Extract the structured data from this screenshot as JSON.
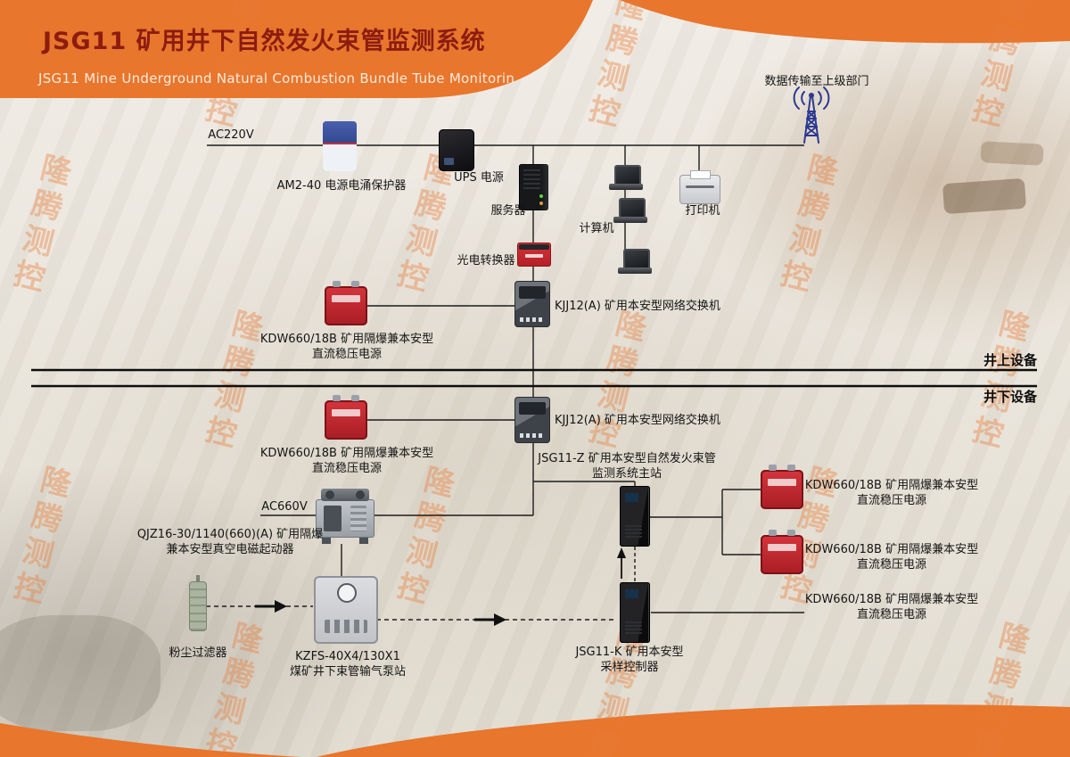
{
  "header": {
    "title": "JSG11 矿用井下自然发火束管监测系统",
    "subtitle": "JSG11 Mine Underground Natural Combustion Bundle Tube Monitorin"
  },
  "watermark": {
    "text": "隆腾测控"
  },
  "zones": {
    "above": "井上设备",
    "below": "井下设备"
  },
  "colors": {
    "band_orange": "#E8762C",
    "device_red": "#C4272E",
    "antenna_blue": "#2B3990",
    "title_maroon": "#8C1C10"
  },
  "nodes": {
    "ac220v": "AC220V",
    "surge": "AM2-40 电源电涌保护器",
    "ups": "UPS 电源",
    "server": "服务器",
    "computer": "计算机",
    "printer": "打印机",
    "uplink": "数据传输至上级部门",
    "converter": "光电转换器",
    "switch_above": "KJJ12(A) 矿用本安型网络交换机",
    "switch_below": "KJJ12(A) 矿用本安型网络交换机",
    "kdw": {
      "line1": "KDW660/18B 矿用隔爆兼本安型",
      "line2": "直流稳压电源"
    },
    "jsg11z": {
      "line1": "JSG11-Z 矿用本安型自然发火束管",
      "line2": "监测系统主站"
    },
    "ac660v": "AC660V",
    "qjz": {
      "line1": "QJZ16-30/1140(660)(A) 矿用隔爆",
      "line2": "兼本安型真空电磁起动器"
    },
    "dust_filter": "粉尘过滤器",
    "kzfs": {
      "line1": "KZFS-40X4/130X1",
      "line2": "煤矿井下束管输气泵站"
    },
    "jsg11k": {
      "line1": "JSG11-K 矿用本安型",
      "line2": "采样控制器"
    }
  }
}
